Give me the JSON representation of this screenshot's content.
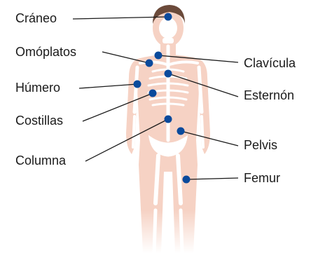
{
  "labels": {
    "craneo": "Cráneo",
    "omoplatos": "Omóplatos",
    "humero": "Húmero",
    "costillas": "Costillas",
    "columna": "Columna",
    "clavicula": "Clavícula",
    "esternon": "Esternón",
    "pelvis": "Pelvis",
    "femur": "Femur"
  },
  "colors": {
    "body": "#f6d2c4",
    "bone": "#ffffff",
    "hair": "#6b4a3a",
    "marker": "#0a4a9c",
    "line": "#1a1a1a"
  }
}
